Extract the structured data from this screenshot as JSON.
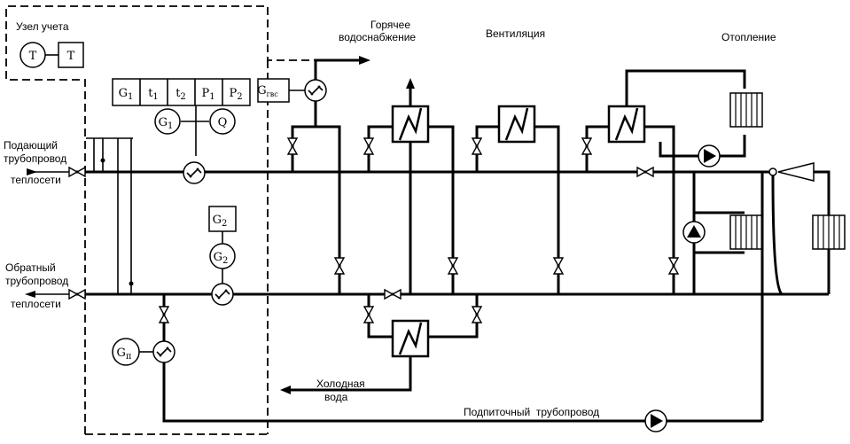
{
  "labels": {
    "metering_unit": "Узел учета",
    "t_left": "T",
    "t_right": "T",
    "hot_water_1": "Горячее",
    "hot_water_2": "водоснабжение",
    "ventilation": "Вентиляция",
    "heating": "Отопление",
    "supply_1": "Подающий",
    "supply_2": "трубопровод",
    "supply_3": "теплосети",
    "return_1": "Обратный",
    "return_2": "трубопровод",
    "return_3": "теплосети",
    "cold_water_1": "Холодная",
    "cold_water_2": "вода",
    "makeup_pipe": "Подпиточный  трубопровод"
  },
  "meter_panel": {
    "cells": [
      {
        "main": "G",
        "sub": "1"
      },
      {
        "main": "t",
        "sub": "1"
      },
      {
        "main": "t",
        "sub": "2"
      },
      {
        "main": "P",
        "sub": "1"
      },
      {
        "main": "P",
        "sub": "2"
      }
    ]
  },
  "instruments": {
    "g1": {
      "main": "G",
      "sub": "1"
    },
    "q": {
      "main": "Q",
      "sub": ""
    },
    "g2_box": {
      "main": "G",
      "sub": "2"
    },
    "g2_circle": {
      "main": "G",
      "sub": "2"
    },
    "g_gvs": {
      "main": "G",
      "sub": "гвс"
    },
    "g_p": {
      "main": "G",
      "sub": "п"
    }
  }
}
